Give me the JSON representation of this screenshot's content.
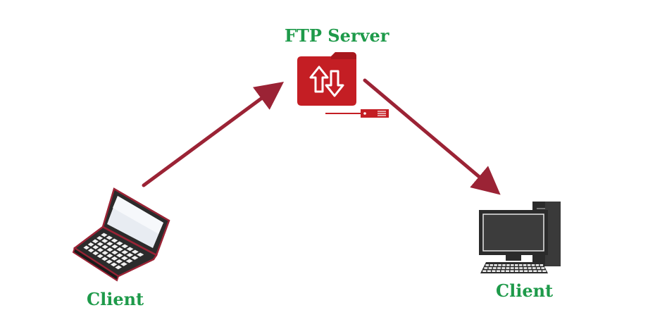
{
  "server": {
    "label": "FTP Server",
    "icon": "ftp-server-icon"
  },
  "client_left": {
    "label": "Client",
    "icon": "laptop-icon"
  },
  "client_right": {
    "label": "Client",
    "icon": "desktop-computer-icon"
  },
  "colors": {
    "arrow": "#9b2335",
    "server": "#c41e24",
    "label": "#1e9a4a",
    "device_dark": "#2b2b2b"
  }
}
